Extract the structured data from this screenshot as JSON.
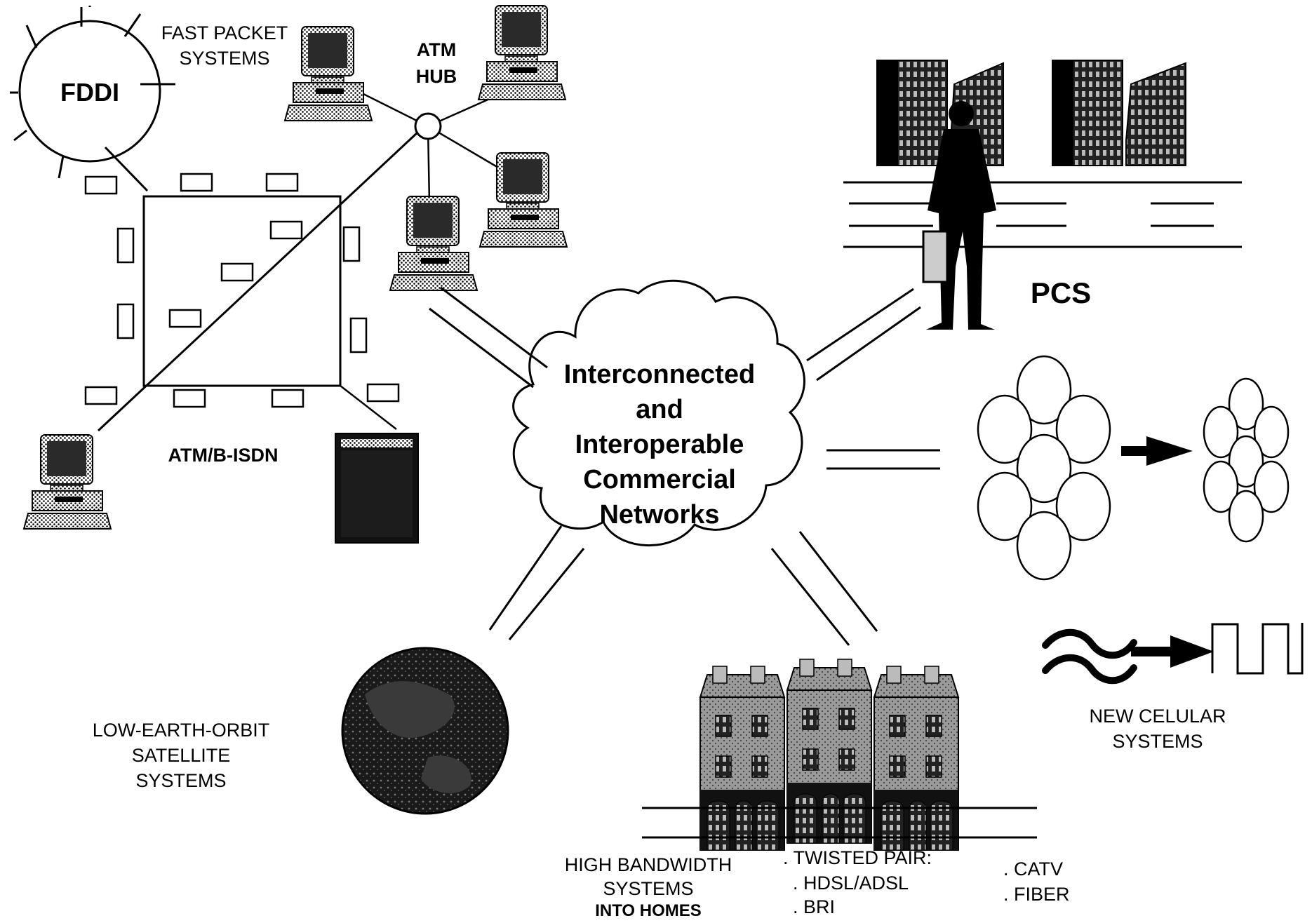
{
  "labels": {
    "fddi": "FDDI",
    "fast_packet_line1": "FAST PACKET",
    "fast_packet_line2": "SYSTEMS",
    "atm_hub_line1": "ATM",
    "atm_hub_line2": "HUB",
    "atm_bisdn": "ATM/B-ISDN",
    "pcs": "PCS",
    "cloud": [
      "Interconnected",
      "and",
      "Interoperable",
      "Commercial",
      "Networks"
    ],
    "leo": [
      "LOW-EARTH-ORBIT",
      "SATELLITE",
      "SYSTEMS"
    ],
    "new_cellular": [
      "NEW CELULAR",
      "SYSTEMS"
    ],
    "high_bandwidth": [
      "HIGH BANDWIDTH",
      "SYSTEMS",
      "INTO HOMES"
    ],
    "twisted_pair": ". TWISTED PAIR:",
    "hdsl": ".  HDSL/ADSL",
    "bri": ".  BRI",
    "catv": ".  CATV",
    "fiber": ".  FIBER"
  },
  "icons": [
    "sun-icon",
    "computer-icon",
    "hub-node-icon",
    "server-tower-icon",
    "office-building-icon",
    "businessman-icon",
    "road-icon",
    "cloud-icon",
    "cellular-cells-icon",
    "arrow-right-icon",
    "approx-wave-icon",
    "square-wave-icon",
    "globe-icon",
    "rowhouses-icon"
  ],
  "colors": {
    "ink": "#000000",
    "screen": "#2a2a2a",
    "paper": "#ffffff",
    "gray": "#8a8a8a"
  }
}
